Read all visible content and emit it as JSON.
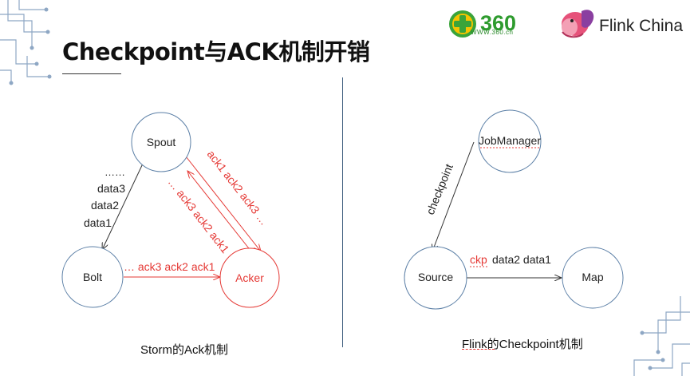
{
  "slide": {
    "title": "Checkpoint与ACK机制开销"
  },
  "branding": {
    "logo_360_text": "360",
    "logo_360_url": "WWW.360.cn",
    "flink_text": "Flink China"
  },
  "storm": {
    "caption": "Storm的Ack机制",
    "nodes": {
      "spout": "Spout",
      "bolt": "Bolt",
      "acker": "Acker"
    },
    "edge_labels": {
      "ellipsis": "……",
      "data3": "data3",
      "data2": "data2",
      "data1": "data1",
      "bolt_to_acker": "… ack3 ack2 ack1",
      "spout_to_acker": "… ack3 ack2 ack1",
      "acker_to_spout": "ack1 ack2 ack3 …"
    }
  },
  "flink": {
    "caption": "Flink的Checkpoint机制",
    "nodes": {
      "jobmanager": "JobManager",
      "source": "Source",
      "map": "Map"
    },
    "edge_labels": {
      "checkpoint": "checkpoint",
      "ckp": "ckp",
      "data": "data2 data1"
    }
  },
  "colors": {
    "node_blue": "#5b7fa6",
    "ack_red": "#e53935",
    "logo_green": "#3aa43a",
    "logo_yellow": "#f5c400"
  }
}
